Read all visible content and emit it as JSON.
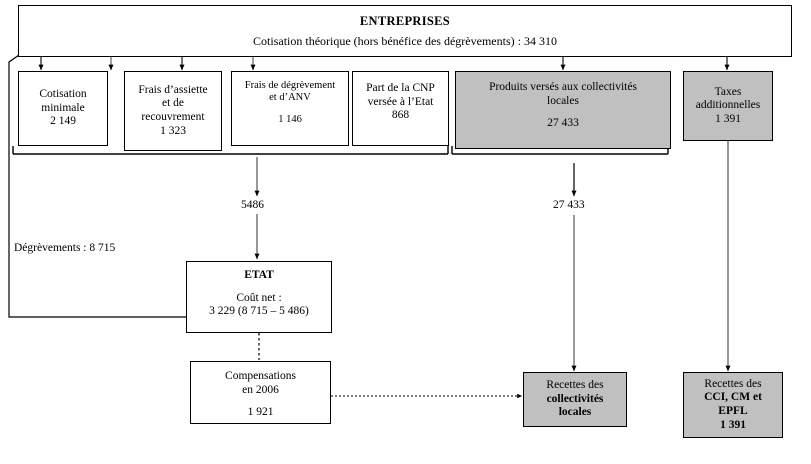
{
  "diagram": {
    "title_box": {
      "title": "ENTREPRISES",
      "subtitle": "Cotisation théorique (hors bénéfice des dégrèvements) : 34 310"
    },
    "row1": [
      {
        "name": "cotisation-minimale",
        "lines": [
          "Cotisation",
          "minimale",
          "2 149"
        ],
        "value": "2 149",
        "filled": false
      },
      {
        "name": "frais-assiette-recouvrement",
        "lines": [
          "Frais d’assiette",
          "et de",
          "recouvrement",
          "1 323"
        ],
        "value": "1 323",
        "filled": false
      },
      {
        "name": "frais-degrevement-anv",
        "lines": [
          "Frais de dégrèvement",
          "et d’ANV",
          "",
          "1 146"
        ],
        "value": "1 146",
        "filled": false
      },
      {
        "name": "part-cnp-etat",
        "lines": [
          "Part de la CNP",
          "versée à l’Etat",
          "868"
        ],
        "value": "868",
        "filled": false
      },
      {
        "name": "produits-collectivites-locales",
        "lines": [
          "Produits versés aux collectivités",
          "locales",
          "",
          "27 433"
        ],
        "value": "27 433",
        "filled": true
      },
      {
        "name": "taxes-additionnelles",
        "lines": [
          "Taxes",
          "additionnelles",
          "1 391"
        ],
        "value": "1 391",
        "filled": true
      }
    ],
    "etat_box": {
      "title": "ETAT",
      "line1": "Coût net :",
      "line2": "3 229 (8 715 – 5 486)"
    },
    "compensations_box": {
      "line1": "Compensations",
      "line2": "en 2006",
      "value": "1 921"
    },
    "recettes_collectivites_box": {
      "line1": "Recettes des",
      "line2": "collectivités",
      "line3": "locales"
    },
    "recettes_cci_box": {
      "line1": "Recettes des",
      "line2": "CCI, CM et",
      "line3": "EPFL",
      "value": "1 391"
    },
    "annotations": {
      "degrevements": "Dégrèvements : 8 715",
      "flow_to_etat": "5486",
      "flow_to_collectivites": "27 433"
    },
    "colors": {
      "fill_grey": "#c0c0c0",
      "stroke": "#000000",
      "background": "#ffffff"
    }
  }
}
